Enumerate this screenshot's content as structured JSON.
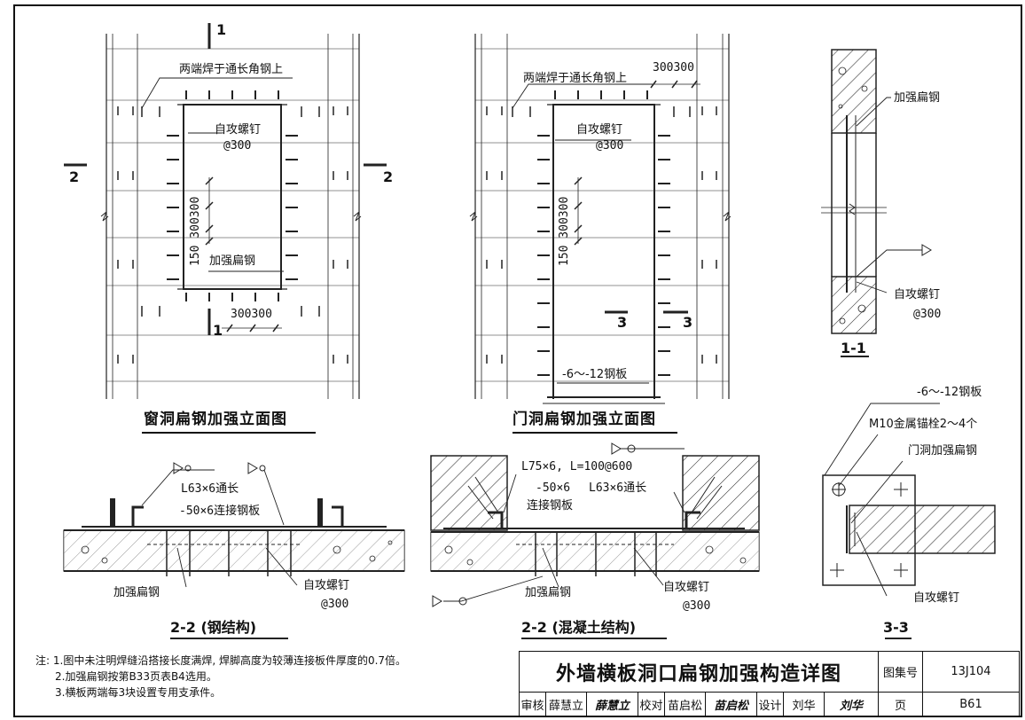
{
  "drawings": {
    "window_elev": {
      "caption": "窗洞扁钢加强立面图",
      "weld_note": "两端焊于通长角钢上",
      "screw": "自攻螺钉",
      "screw_spacing": "@300",
      "dims_vertical": "150 300300",
      "flat_steel": "加强扁钢",
      "dims_horizontal": "300300",
      "section_1": "1",
      "section_2": "2"
    },
    "door_elev": {
      "caption": "门洞扁钢加强立面图",
      "weld_note": "两端焊于通长角钢上",
      "dims_top": "300300",
      "screw": "自攻螺钉",
      "screw_spacing": "@300",
      "dims_vertical": "150 300300",
      "section_3": "3",
      "steel_plate": "-6～-12钢板"
    },
    "sec_1_1": {
      "flat_steel": "加强扁钢",
      "screw": "自攻螺钉",
      "screw_spacing": "@300",
      "caption": "1-1"
    },
    "sec_2_2_steel": {
      "angle": "L63×6通长",
      "plate": "-50×6连接钢板",
      "flat_steel": "加强扁钢",
      "screw": "自攻螺钉",
      "screw_spacing": "@300",
      "caption": "2-2 (钢结构)"
    },
    "sec_2_2_concrete": {
      "angle_short": "L75×6, L=100@600",
      "plate": "-50×6",
      "angle": "L63×6通长",
      "plate_label": "连接钢板",
      "flat_steel": "加强扁钢",
      "screw": "自攻螺钉",
      "screw_spacing": "@300",
      "caption": "2-2 (混凝土结构)"
    },
    "sec_3_3": {
      "steel_plate": "-6～-12钢板",
      "anchor": "M10金属锚栓2～4个",
      "door_flat": "门洞加强扁钢",
      "screw": "自攻螺钉",
      "caption": "3-3"
    }
  },
  "notes": {
    "prefix": "注:",
    "items": [
      "1.图中未注明焊缝沿搭接长度满焊, 焊脚高度为较薄连接板件厚度的0.7倍。",
      "2.加强扁钢按第B33页表B4选用。",
      "3.横板两端每3块设置专用支承件。"
    ]
  },
  "title_block": {
    "title": "外墙横板洞口扁钢加强构造详图",
    "atlas_label": "图集号",
    "atlas_no": "13J104",
    "page_label": "页",
    "page_no": "B61",
    "review_label": "审核",
    "reviewer": "薛慧立",
    "reviewer_sig": "薛慧立",
    "check_label": "校对",
    "checker": "苗启松",
    "checker_sig": "苗启松",
    "design_label": "设计",
    "designer": "刘华",
    "designer_sig": "刘华"
  }
}
